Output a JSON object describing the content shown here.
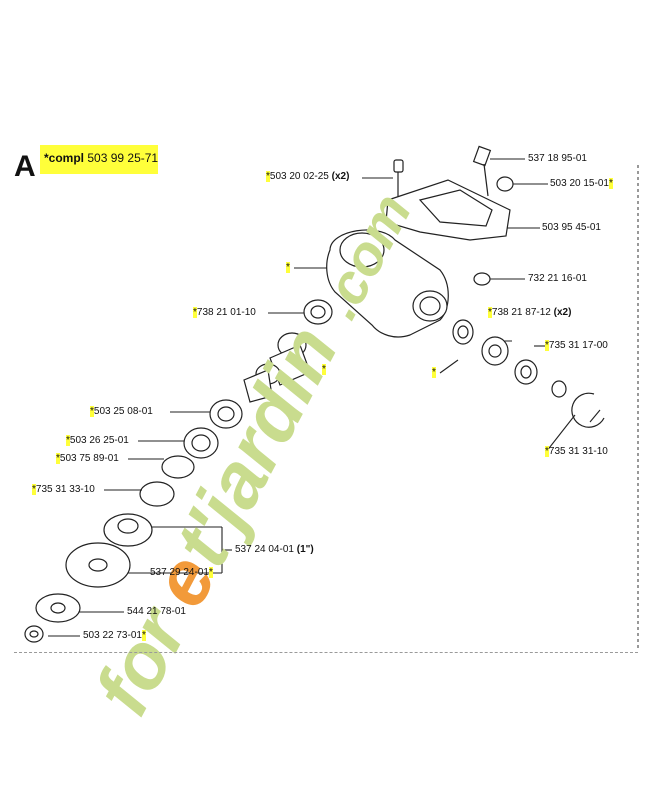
{
  "section": {
    "letter": "A",
    "compl_prefix": "*compl",
    "compl_number": "503 99 25-71"
  },
  "colors": {
    "highlight": "#ffff3a",
    "watermark": "#c9dc8e",
    "watermark_accent": "#f29a3a",
    "line": "#222222"
  },
  "labels": {
    "l01": {
      "star": "*",
      "text": "503 20 02-25",
      "suffix": "(x2)"
    },
    "l02": {
      "text": "537 18 95-01"
    },
    "l03": {
      "text": "503 20 15-01",
      "star": "*"
    },
    "l04": {
      "text": "503 95 45-01"
    },
    "l05": {
      "star": "*"
    },
    "l06": {
      "text": "732 21 16-01"
    },
    "l07": {
      "star": "*",
      "text": "738 21 01-10"
    },
    "l08": {
      "star": "*",
      "text": "738 21 87-12",
      "suffix": "(x2)"
    },
    "l09": {
      "star": "*",
      "text": "735 31 17-00"
    },
    "l10": {
      "star": "*"
    },
    "l11": {
      "star": "*"
    },
    "l12": {
      "star": "*",
      "text": "503 25 08-01"
    },
    "l13": {
      "star": "*",
      "text": "735 31 31-10"
    },
    "l14": {
      "star": "*",
      "text": "503 26 25-01"
    },
    "l15": {
      "star": "*",
      "text": "503 75 89-01"
    },
    "l16": {
      "star": "*",
      "text": "735 31 33-10"
    },
    "l17": {
      "text": "537 24 04-01",
      "suffix": "(1\")"
    },
    "l18": {
      "text": "537 29 24-01",
      "star": "*"
    },
    "l19": {
      "text": "544 21 78-01"
    },
    "l20": {
      "text": "503 22 73-01",
      "star": "*"
    }
  },
  "watermark": {
    "text_a": "for",
    "text_b": "e",
    "text_c": "t'jardin",
    "text_d": ".com"
  }
}
